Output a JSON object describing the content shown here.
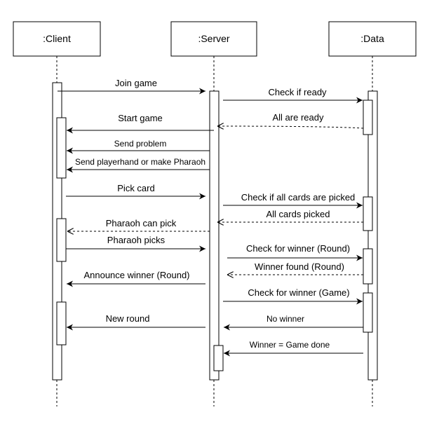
{
  "participants": [
    {
      "id": "client",
      "label": ":Client"
    },
    {
      "id": "server",
      "label": ":Server"
    },
    {
      "id": "data",
      "label": ":Data"
    }
  ],
  "messages": [
    {
      "label": "Join game",
      "from": "client",
      "to": "server",
      "style": "solid"
    },
    {
      "label": "Check if ready",
      "from": "server",
      "to": "data",
      "style": "solid"
    },
    {
      "label": "Start game",
      "from": "server",
      "to": "client",
      "style": "solid"
    },
    {
      "label": "All are ready",
      "from": "data",
      "to": "server",
      "style": "dashed"
    },
    {
      "label": "Send problem",
      "from": "server",
      "to": "client",
      "style": "solid"
    },
    {
      "label": "Send playerhand or make Pharaoh",
      "from": "server",
      "to": "client",
      "style": "solid"
    },
    {
      "label": "Pick card",
      "from": "client",
      "to": "server",
      "style": "solid"
    },
    {
      "label": "Check if all cards are picked",
      "from": "server",
      "to": "data",
      "style": "solid"
    },
    {
      "label": "All cards picked",
      "from": "data",
      "to": "server",
      "style": "dashed"
    },
    {
      "label": "Pharaoh can pick",
      "from": "server",
      "to": "client",
      "style": "dashed"
    },
    {
      "label": "Pharaoh picks",
      "from": "client",
      "to": "server",
      "style": "solid"
    },
    {
      "label": "Check for winner (Round)",
      "from": "server",
      "to": "data",
      "style": "solid"
    },
    {
      "label": "Winner found (Round)",
      "from": "data",
      "to": "server",
      "style": "dashed"
    },
    {
      "label": "Announce winner (Round)",
      "from": "server",
      "to": "client",
      "style": "solid"
    },
    {
      "label": "Check for winner (Game)",
      "from": "server",
      "to": "data",
      "style": "solid"
    },
    {
      "label": "New round",
      "from": "server",
      "to": "client",
      "style": "solid"
    },
    {
      "label": "No winner",
      "from": "data",
      "to": "server",
      "style": "solid"
    },
    {
      "label": "Winner = Game done",
      "from": "data",
      "to": "server",
      "style": "solid"
    }
  ]
}
